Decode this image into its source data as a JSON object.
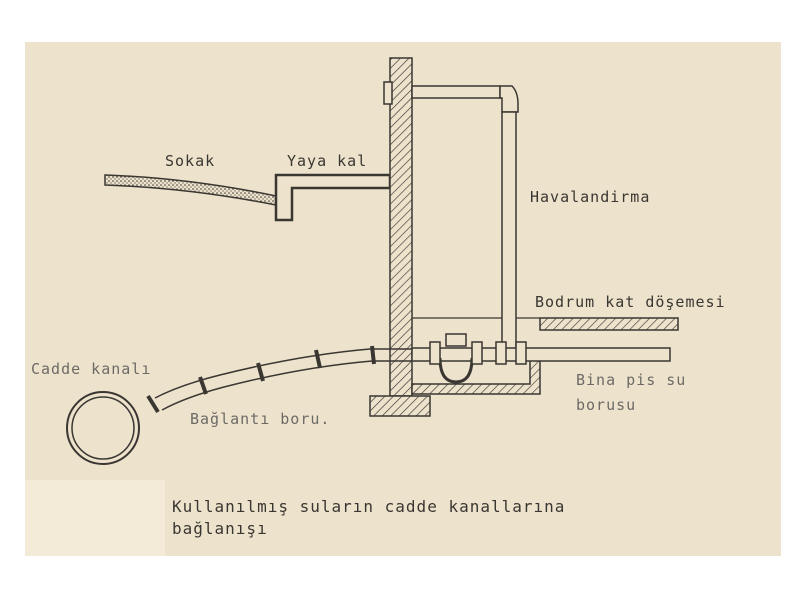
{
  "labels": {
    "sokak": "Sokak",
    "yaya_kaldirimi": "Yaya kal",
    "havalandirma": "Havalandirma",
    "bodrum_kat_dosemesi": "Bodrum kat döşemesi",
    "cadde_kanali": "Cadde kanalı",
    "baglanti_borusu": "Bağlantı boru.",
    "bina_pis_su": "Bina pis su",
    "borusu": "borusu"
  },
  "caption": {
    "line1": "Kullanılmış suların cadde kanallarına",
    "line2": "bağlanışı"
  },
  "colors": {
    "paper": "#ede3cd",
    "ink": "#3a3631",
    "faded_ink": "#6d6a66"
  }
}
